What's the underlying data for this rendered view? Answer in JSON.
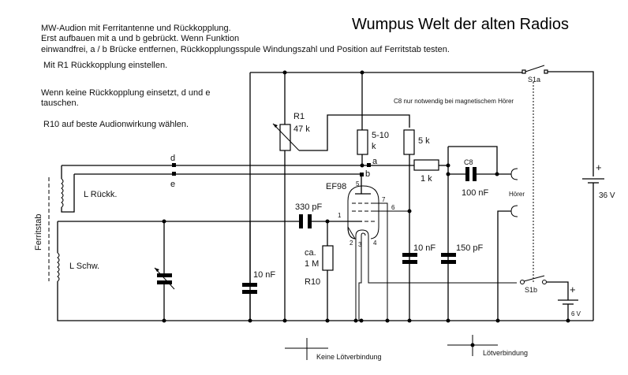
{
  "header": {
    "title": "Wumpus Welt der alten Radios"
  },
  "notes": {
    "line1": "MW-Audion mit Ferritantenne und Rückkopplung.",
    "line2": "Erst aufbauen mit a und b gebrückt. Wenn Funktion",
    "line3": "einwandfrei, a / b Brücke entfernen, Rückkopplungsspule Windungszahl und Position auf Ferritstab testen.",
    "line4": "Mit R1 Rückkopplung einstellen.",
    "line5": "Wenn keine Rückkopplung einsetzt, d und e",
    "line6": "tauschen.",
    "line7": "R10 auf beste Audionwirkung wählen.",
    "c8_note": "C8 nur notwendig bei magnetischem Hörer"
  },
  "schematic": {
    "ferrite_rod": "Ferritstab",
    "coil_feedback": "L Rückk.",
    "coil_tank": "L Schw.",
    "terminals": {
      "a": "a",
      "b": "b",
      "d": "d",
      "e": "e"
    },
    "r1": {
      "name": "R1",
      "value": "47 k"
    },
    "r_screen": {
      "value_line1": "5-10",
      "value_line2": "k"
    },
    "r_anode": {
      "value": "5 k"
    },
    "r_series": {
      "value": "1 k"
    },
    "c8": {
      "name": "C8",
      "value": "100 nF"
    },
    "c_grid": {
      "value": "330 pF"
    },
    "r10": {
      "line1": "ca.",
      "line2": "1 M",
      "name": "R10"
    },
    "c_left": {
      "value": "10 nF"
    },
    "c_screen": {
      "value": "10 nF"
    },
    "c_anode": {
      "value": "150 pF"
    },
    "tube": {
      "type": "EF98",
      "pins": {
        "p1": "1",
        "p2": "2",
        "p3": "3",
        "p4": "4",
        "p5": "5",
        "p6": "6",
        "p7": "7"
      }
    },
    "headphone": "Hörer",
    "switch_a": "S1a",
    "switch_b": "S1b",
    "battery_high": {
      "plus": "+",
      "voltage": "36 V"
    },
    "battery_low": {
      "plus": "+",
      "voltage": "6 V"
    }
  },
  "legend": {
    "no_solder": "Keine Lötverbindung",
    "solder": "Lötverbindung"
  }
}
